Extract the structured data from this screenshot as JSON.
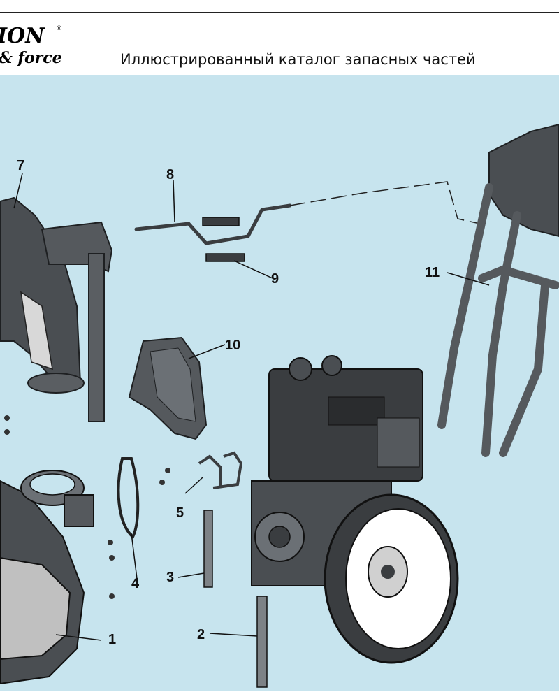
{
  "header": {
    "brand_line1": "ION",
    "brand_reg": "®",
    "brand_line2": "& force",
    "title": "Иллюстрированный каталог запасных частей"
  },
  "colors": {
    "diagram_bg": "#c7e4ee",
    "part_dark": "#3a3d40",
    "part_mid": "#6b7075"
  },
  "callouts": [
    {
      "id": "1",
      "label": "1"
    },
    {
      "id": "2",
      "label": "2"
    },
    {
      "id": "3",
      "label": "3"
    },
    {
      "id": "4",
      "label": "4"
    },
    {
      "id": "5",
      "label": "5"
    },
    {
      "id": "7",
      "label": "7"
    },
    {
      "id": "8",
      "label": "8"
    },
    {
      "id": "9",
      "label": "9"
    },
    {
      "id": "10",
      "label": "10"
    },
    {
      "id": "11",
      "label": "11"
    }
  ]
}
